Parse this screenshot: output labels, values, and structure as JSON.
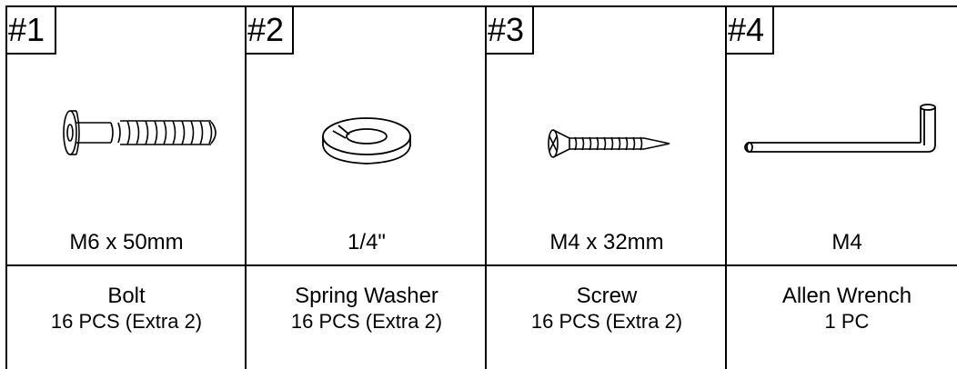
{
  "parts": [
    {
      "number": "#1",
      "size": "M6 x 50mm",
      "name": "Bolt",
      "quantity": "16 PCS (Extra 2)",
      "icon": "bolt-icon"
    },
    {
      "number": "#2",
      "size": "1/4\"",
      "name": "Spring Washer",
      "quantity": "16 PCS (Extra 2)",
      "icon": "spring-washer-icon"
    },
    {
      "number": "#3",
      "size": "M4 x 32mm",
      "name": "Screw",
      "quantity": "16 PCS (Extra 2)",
      "icon": "screw-icon"
    },
    {
      "number": "#4",
      "size": "M4",
      "name": "Allen Wrench",
      "quantity": "1 PC",
      "icon": "allen-wrench-icon"
    }
  ]
}
